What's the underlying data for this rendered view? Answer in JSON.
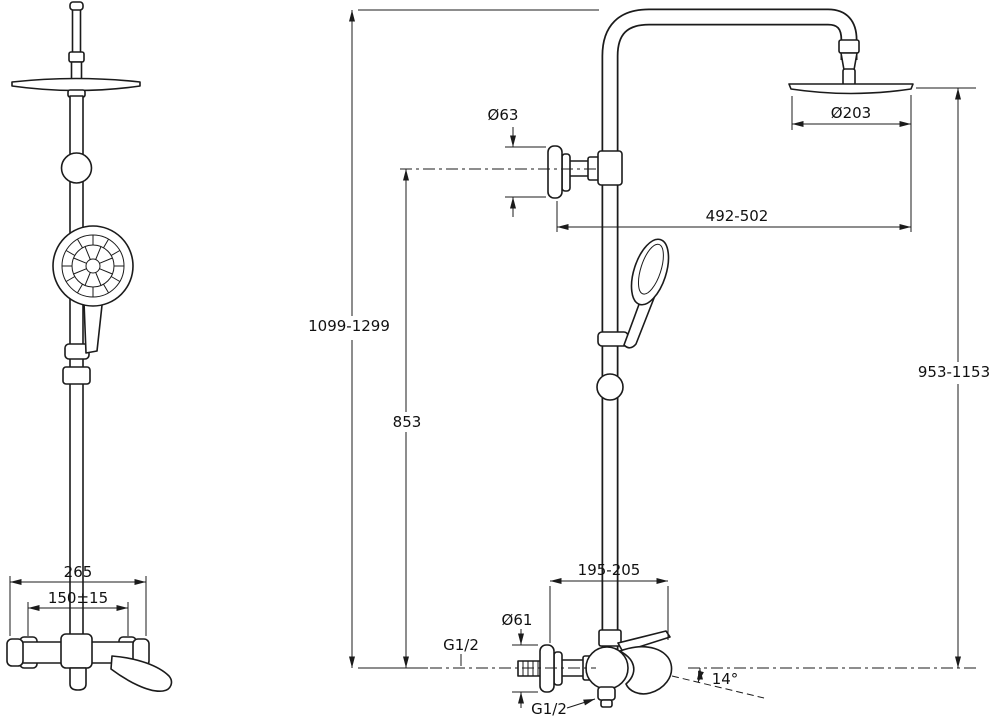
{
  "drawing": {
    "labels": {
      "dia63": "Ø63",
      "dia203": "Ø203",
      "reach": "492-502",
      "overall_height": "1099-1299",
      "supply_height": "853",
      "head_height": "953-1153",
      "valve_width": "265",
      "inlet_centers": "150±15",
      "depth": "195-205",
      "inlet_thread": "G1/2",
      "dia61": "Ø61",
      "spout_angle": "14°",
      "outlet_thread": "G1/2"
    },
    "colors": {
      "ink": "#1b1b1b",
      "background": "#ffffff"
    }
  }
}
